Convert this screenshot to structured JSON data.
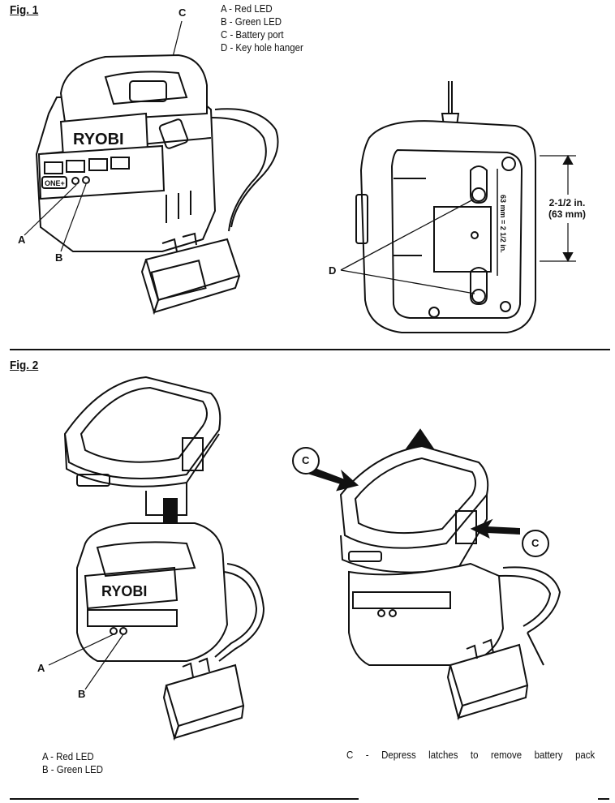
{
  "fig1": {
    "title": "Fig. 1",
    "legend": [
      "A - Red LED",
      "B - Green LED",
      "C - Battery port",
      "D - Key hole hanger"
    ],
    "callouts": {
      "a": "A",
      "b": "B",
      "c": "C",
      "d": "D"
    },
    "brand": "RYOBI",
    "one_plus": "ONE+",
    "dimension_label": "2-1/2 in.",
    "dimension_metric": "(63 mm)",
    "dimension_vertical": "63 mm = 2 1/2 in."
  },
  "fig2": {
    "title": "Fig. 2",
    "legend_left": [
      "A - Red LED",
      "B - Green LED"
    ],
    "legend_right": "C - Depress latches to remove battery pack",
    "callouts": {
      "a": "A",
      "b": "B",
      "c1": "C",
      "c2": "C"
    },
    "brand": "RYOBI"
  }
}
